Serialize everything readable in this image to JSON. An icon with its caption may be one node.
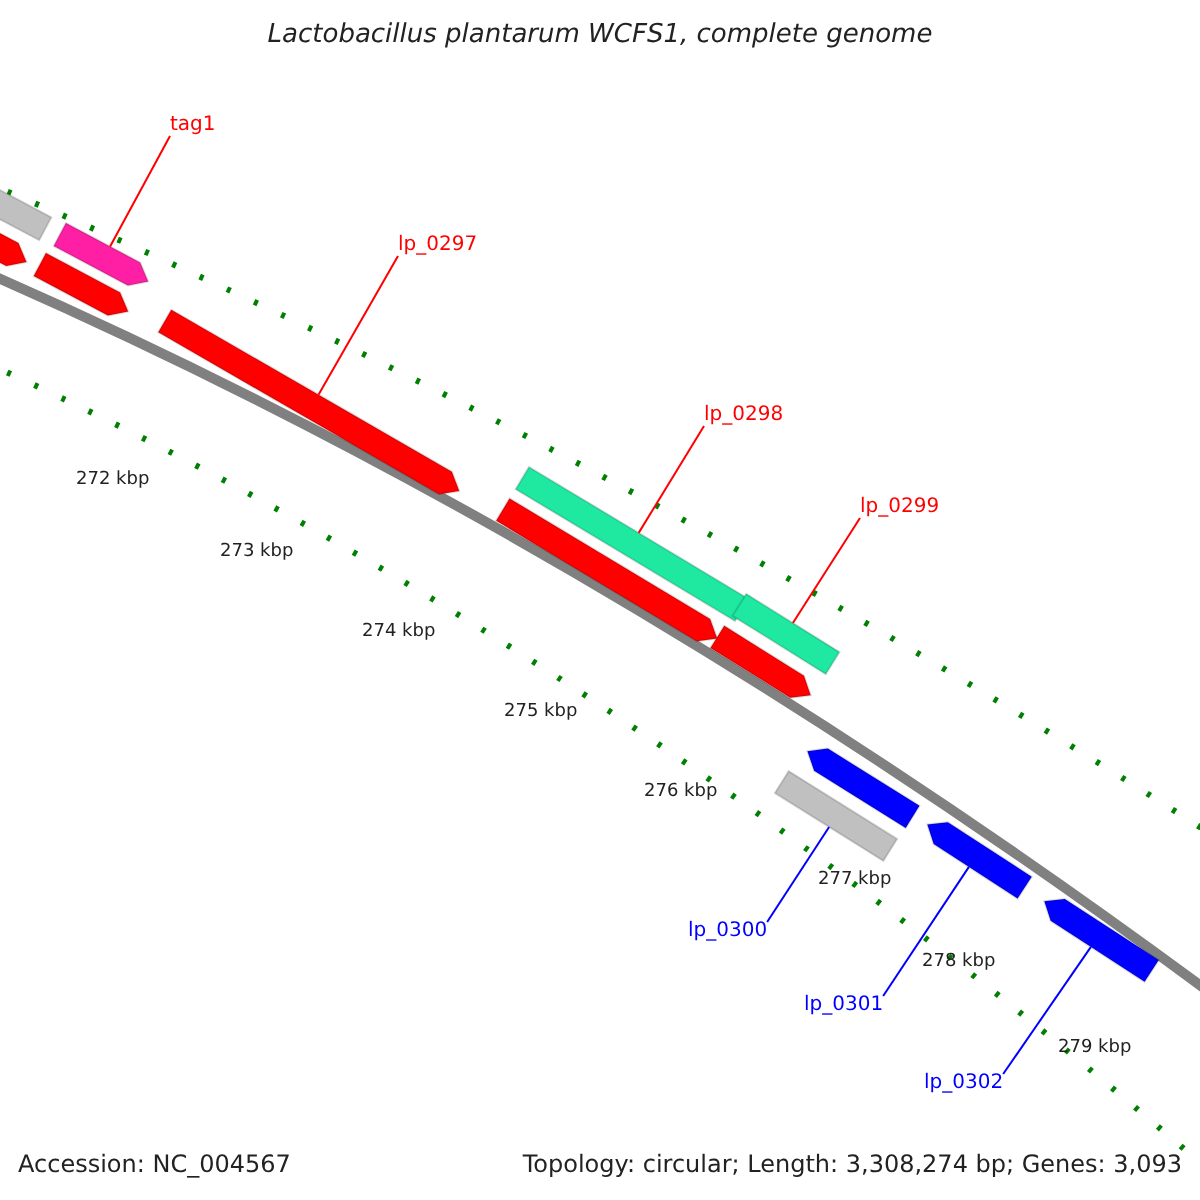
{
  "diagram": {
    "title": "Lactobacillus plantarum WCFS1, complete genome",
    "nodes": [
      {
        "text": [
          "tag1"
        ]
      },
      {
        "text": [],
        "shape": "bar"
      },
      {
        "text": [
          "lp_0297"
        ]
      },
      {
        "text": [],
        "shape": "bar"
      },
      {
        "text": [
          "lp_0298"
        ]
      },
      {
        "text": [],
        "shape": "bar"
      },
      {
        "text": [
          "lp_0299"
        ]
      },
      {
        "text": [],
        "shape": "bar"
      },
      {
        "text": [
          "lp_0300"
        ]
      },
      {
        "text": [],
        "shape": "bar"
      },
      {
        "text": [
          "lp_0301"
        ]
      },
      {
        "text": [],
        "shape": "bar"
      },
      {
        "text": [
          "lp_0302"
        ]
      },
      {
        "text": [],
        "shape": "bar"
      }
    ],
    "edges": [
      {
        "from": 0,
        "to": 1,
        "arrow": "none"
      },
      {
        "from": 2,
        "to": 3,
        "arrow": "none"
      },
      {
        "from": 4,
        "to": 5,
        "arrow": "none"
      },
      {
        "from": 6,
        "to": 7,
        "arrow": "none"
      },
      {
        "from": 8,
        "to": 9,
        "arrow": "none",
        "color": "#0000ff"
      },
      {
        "from": 10,
        "to": 11,
        "arrow": "none",
        "color": "#0000ff"
      },
      {
        "from": 12,
        "to": 13,
        "arrow": "none",
        "color": "#0000ff"
      }
    ],
    "labels": [
      "272 kbp",
      "273 kbp",
      "274 kbp",
      "275 kbp",
      "276 kbp",
      "277 kbp",
      "278 kbp",
      "279 kbp",
      "Accession: NC_004567",
      "Topology: circular; Length: 3,308,274 bp; Genes: 3,093"
    ]
  }
}
